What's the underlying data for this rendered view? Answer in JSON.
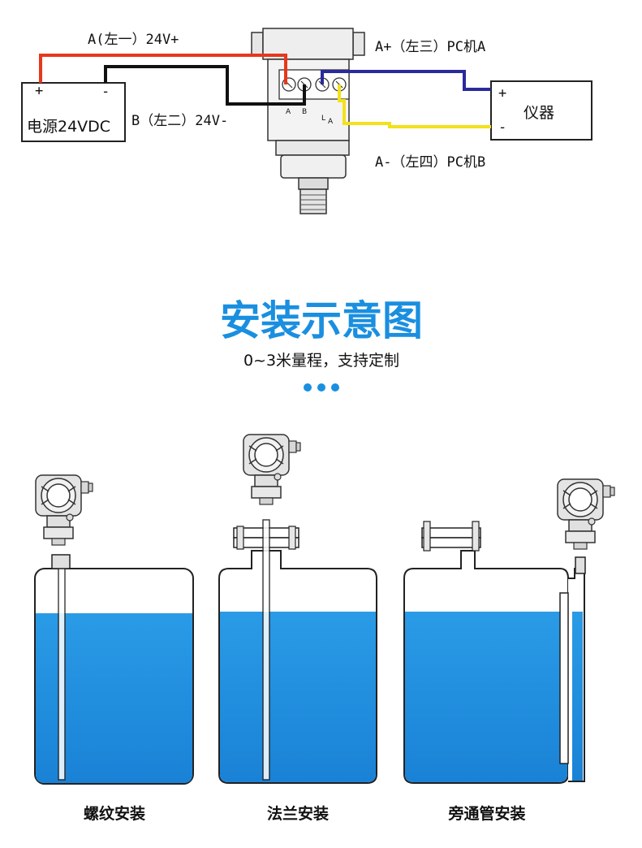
{
  "wiring": {
    "power_box_label": "电源24VDC",
    "power_plus": "+",
    "power_minus": "-",
    "instrument_label": "仪器",
    "instrument_plus": "+",
    "instrument_minus": "-",
    "label_a_plus_24v": "A(左一）24V+",
    "label_b_24v_minus": "B（左二）24V-",
    "label_pc_a": "A+（左三）PC机A",
    "label_pc_b": "A-（左四）PC机B",
    "terminal_a": "A",
    "terminal_b": "B",
    "terminal_l": "L",
    "terminal_la": "A",
    "colors": {
      "red": "#e8371a",
      "black": "#111111",
      "blue": "#2a2a9c",
      "yellow": "#f2e21a"
    }
  },
  "header": {
    "title": "安装示意图",
    "subtitle": "0~3米量程，支持定制",
    "accent": "#1a8fe0"
  },
  "installs": [
    {
      "caption": "螺纹安装"
    },
    {
      "caption": "法兰安装"
    },
    {
      "caption": "旁通管安装"
    }
  ],
  "liquid_color": "#1f8fde"
}
